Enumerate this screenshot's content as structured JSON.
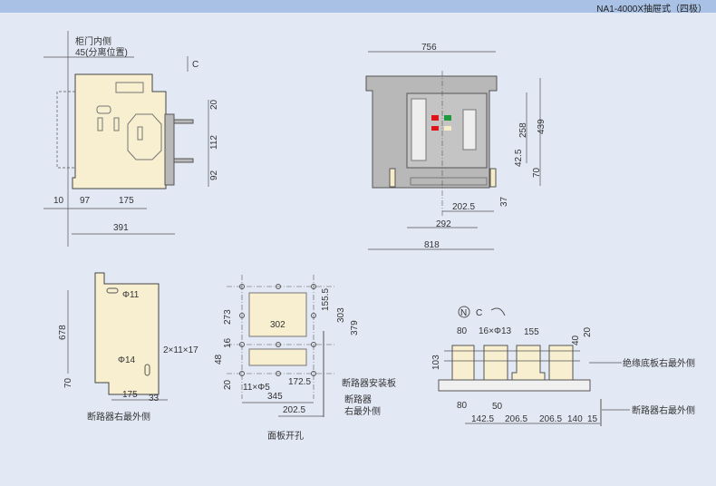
{
  "header": {
    "title": "NA1-4000X抽屉式（四极）"
  },
  "side_view": {
    "door_label": "柜门内侧",
    "door_offset": "45(分离位置)",
    "c_label": "C",
    "dims": {
      "d20": "20",
      "d112": "112",
      "d92": "92",
      "d10": "10",
      "d97": "97",
      "d175": "175",
      "d391": "391"
    }
  },
  "front_view": {
    "dims": {
      "d756": "756",
      "d439": "439",
      "d258": "258",
      "d42_5": "42.5",
      "d70": "70",
      "d37": "37",
      "d202_5": "202.5",
      "d292": "292",
      "d818": "818"
    },
    "colors": {
      "red": "#e0151b",
      "green": "#1e9a3c",
      "cream": "#f5ecc8"
    }
  },
  "mount_view": {
    "dims": {
      "d678": "678",
      "d70": "70",
      "d175": "175",
      "d33": "33"
    },
    "hole_top": "Φ11",
    "hole_bottom": "Φ14",
    "slot": "2×11×17",
    "edge_label": "断路器右最外侧"
  },
  "panel_cutout": {
    "dims": {
      "d273": "273",
      "d16": "16",
      "d48": "48",
      "d20": "20",
      "d302": "302",
      "d155_5": "155.5",
      "d303": "303",
      "d379": "379",
      "d172_5": "172.5",
      "d345": "345",
      "d202_5": "202.5"
    },
    "holes": "11×Φ5",
    "plate_label": "断路器安装板",
    "edge_label_1": "断路器",
    "edge_label_2": "右最外侧",
    "caption": "面板开孔"
  },
  "busbar_view": {
    "n_label": "N",
    "c_label": "C",
    "holes": "16×Φ13",
    "dims": {
      "d80a": "80",
      "d155": "155",
      "d40": "40",
      "d20": "20",
      "d103": "103",
      "d80b": "80",
      "d50": "50",
      "d142_5": "142.5",
      "d206_5a": "206.5",
      "d206_5b": "206.5",
      "d140": "140",
      "d15": "15"
    },
    "base_label": "绝缘底板右最外侧",
    "edge_label": "断路器右最外侧"
  }
}
